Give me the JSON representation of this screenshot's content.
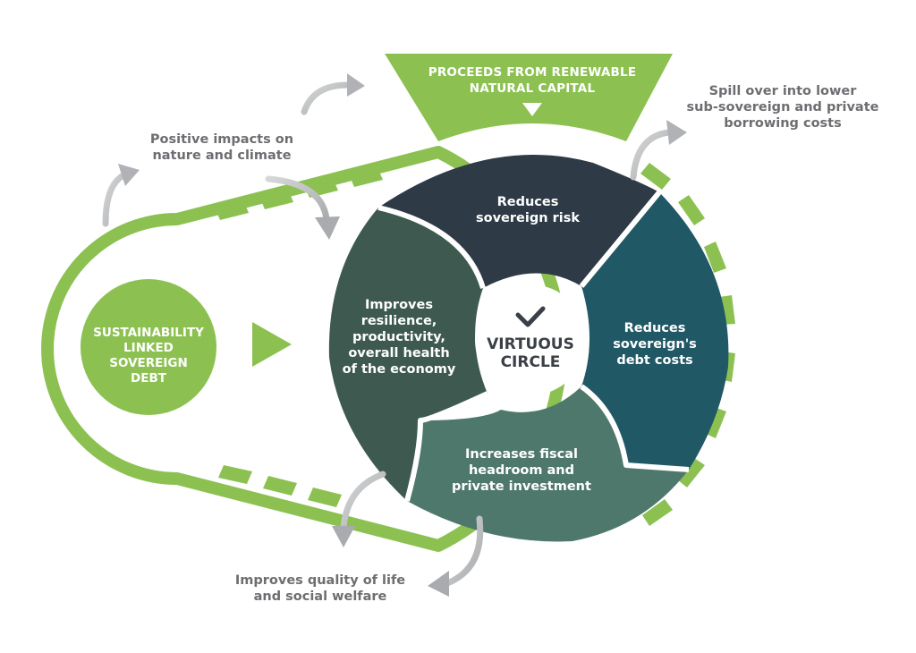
{
  "colors": {
    "green": "#8cc152",
    "navy": "#2e3a45",
    "teal": "#215866",
    "sage": "#4f786d",
    "forest": "#3e5a50",
    "gray_text": "#6d6e71",
    "gray_arrow": "#b0b2b5"
  },
  "banner": {
    "title_line_1": "PROCEEDS FROM RENEWABLE",
    "title_line_2": "NATURAL CAPITAL",
    "icon": "down-arrow-icon"
  },
  "debt": {
    "line_1": "SUSTAINABILITY",
    "line_2": "LINKED",
    "line_3": "SOVEREIGN",
    "line_4": "DEBT"
  },
  "wheel": {
    "center_line_1": "VIRTUOUS",
    "center_line_2": "CIRCLE",
    "center_icon": "checkmark-icon",
    "segments": [
      {
        "line_1": "Reduces",
        "line_2": "sovereign risk"
      },
      {
        "line_1": "Reduces",
        "line_2": "sovereign's",
        "line_3": "debt costs"
      },
      {
        "line_1": "Increases fiscal",
        "line_2": "headroom and",
        "line_3": "private investment"
      },
      {
        "line_1": "Improves",
        "line_2": "resilience,",
        "line_3": "productivity,",
        "line_4": "overall health",
        "line_5": "of the economy"
      }
    ]
  },
  "callouts": {
    "positive_impacts": {
      "line_1": "Positive impacts on",
      "line_2": "nature and climate"
    },
    "spill_over": {
      "line_1": "Spill over into lower",
      "line_2": "sub-sovereign and private",
      "line_3": "borrowing costs"
    },
    "quality_of_life": {
      "line_1": "Improves quality of life",
      "line_2": "and social welfare"
    }
  }
}
